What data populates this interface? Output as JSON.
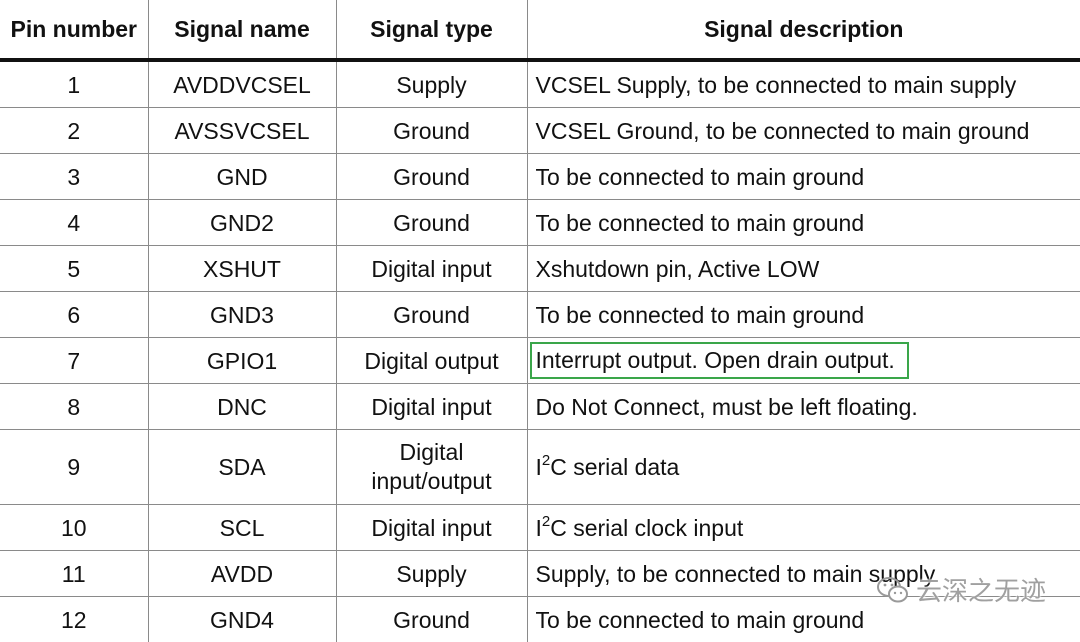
{
  "table": {
    "headers": [
      "Pin number",
      "Signal name",
      "Signal type",
      "Signal description"
    ],
    "rows": [
      {
        "pin": "1",
        "name": "AVDDVCSEL",
        "type": "Supply",
        "desc": "VCSEL Supply, to be connected to main supply"
      },
      {
        "pin": "2",
        "name": "AVSSVCSEL",
        "type": "Ground",
        "desc": "VCSEL Ground, to be connected to main ground"
      },
      {
        "pin": "3",
        "name": "GND",
        "type": "Ground",
        "desc": "To be connected to main ground"
      },
      {
        "pin": "4",
        "name": "GND2",
        "type": "Ground",
        "desc": "To be connected to main ground"
      },
      {
        "pin": "5",
        "name": "XSHUT",
        "type": "Digital input",
        "desc": "Xshutdown pin, Active LOW"
      },
      {
        "pin": "6",
        "name": "GND3",
        "type": "Ground",
        "desc": "To be connected to main ground"
      },
      {
        "pin": "7",
        "name": "GPIO1",
        "type": "Digital output",
        "desc": "Interrupt output. Open drain output."
      },
      {
        "pin": "8",
        "name": "DNC",
        "type": "Digital input",
        "desc": "Do Not Connect, must be left floating."
      },
      {
        "pin": "9",
        "name": "SDA",
        "type": "Digital input/output",
        "desc_prefix": "I",
        "desc_sup": "2",
        "desc_suffix": "C serial data"
      },
      {
        "pin": "10",
        "name": "SCL",
        "type": "Digital input",
        "desc_prefix": "I",
        "desc_sup": "2",
        "desc_suffix": "C serial clock input"
      },
      {
        "pin": "11",
        "name": "AVDD",
        "type": "Supply",
        "desc": "Supply, to be connected to main supply"
      },
      {
        "pin": "12",
        "name": "GND4",
        "type": "Ground",
        "desc": "To be connected to main ground"
      }
    ],
    "highlight_color": "#3aa64a"
  },
  "watermark": {
    "text": "云深之无迹",
    "icon": "wechat-icon"
  }
}
